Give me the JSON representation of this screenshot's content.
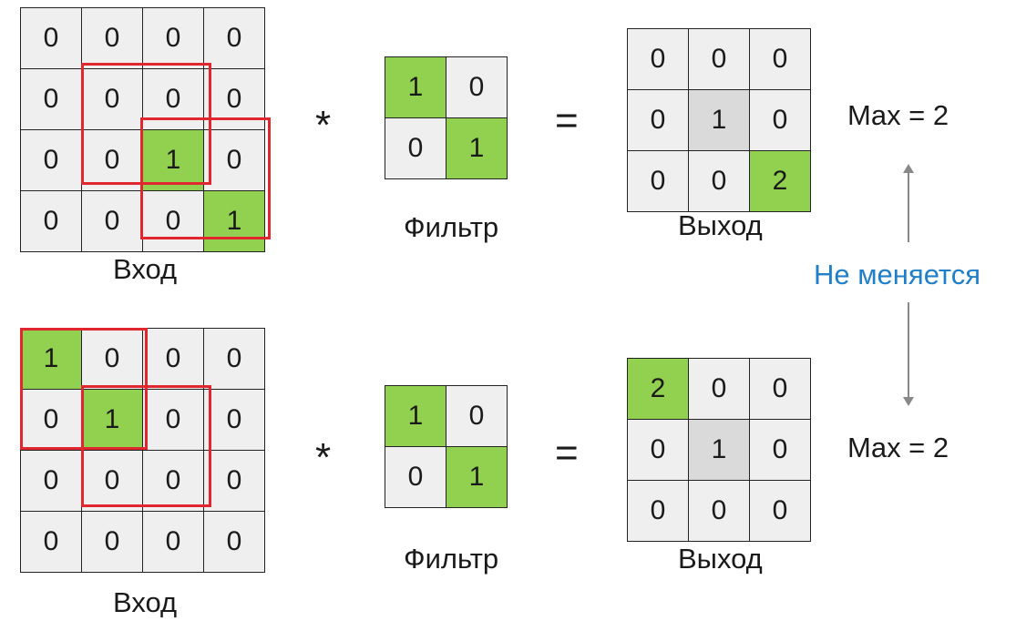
{
  "colors": {
    "highlight": "#92d050",
    "center": "#dadada",
    "cell": "#efefef",
    "window": "#e0262e",
    "note": "#1f7fc8"
  },
  "top": {
    "input": [
      [
        "0",
        "0",
        "0",
        "0"
      ],
      [
        "0",
        "0",
        "0",
        "0"
      ],
      [
        "0",
        "0",
        "1",
        "0"
      ],
      [
        "0",
        "0",
        "0",
        "1"
      ]
    ],
    "input_green": [
      [
        2,
        2
      ],
      [
        3,
        3
      ]
    ],
    "input_label": "Вход",
    "operator": "*",
    "filter": [
      [
        "1",
        "0"
      ],
      [
        "0",
        "1"
      ]
    ],
    "filter_label": "Фильтр",
    "equals": "=",
    "output": [
      [
        "0",
        "0",
        "0"
      ],
      [
        "0",
        "1",
        "0"
      ],
      [
        "0",
        "0",
        "2"
      ]
    ],
    "output_green": [
      [
        2,
        2
      ]
    ],
    "output_label": "Выход",
    "max_text": "Max = 2"
  },
  "bottom": {
    "input": [
      [
        "1",
        "0",
        "0",
        "0"
      ],
      [
        "0",
        "1",
        "0",
        "0"
      ],
      [
        "0",
        "0",
        "0",
        "0"
      ],
      [
        "0",
        "0",
        "0",
        "0"
      ]
    ],
    "input_green": [
      [
        0,
        0
      ],
      [
        1,
        1
      ]
    ],
    "input_label": "Вход",
    "operator": "*",
    "filter": [
      [
        "1",
        "0"
      ],
      [
        "0",
        "1"
      ]
    ],
    "filter_label": "Фильтр",
    "equals": "=",
    "output": [
      [
        "2",
        "0",
        "0"
      ],
      [
        "0",
        "1",
        "0"
      ],
      [
        "0",
        "0",
        "0"
      ]
    ],
    "output_green": [
      [
        0,
        0
      ]
    ],
    "output_label": "Выход",
    "max_text": "Max = 2"
  },
  "note": "Не меняется"
}
